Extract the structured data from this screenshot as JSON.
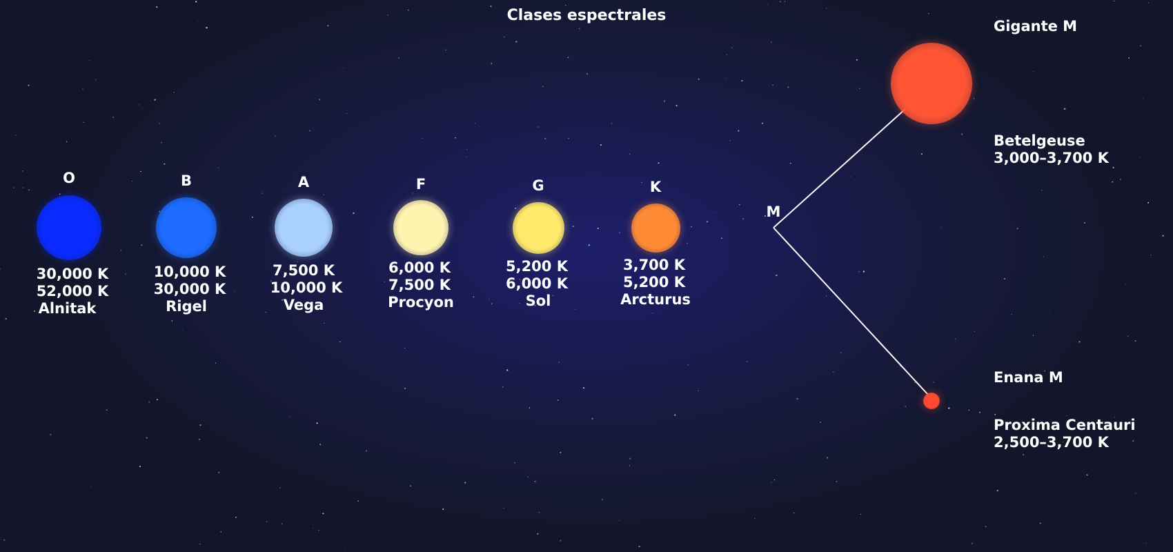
{
  "title": "Clases espectrales",
  "classes": [
    {
      "letter": "O",
      "temp_low": "30,000 K",
      "temp_high": "52,000 K",
      "example": "Alnitak",
      "color": "#0a2bff"
    },
    {
      "letter": "B",
      "temp_low": "10,000 K",
      "temp_high": "30,000 K",
      "example": "Rigel",
      "color": "#1d6bff"
    },
    {
      "letter": "A",
      "temp_low": "7,500 K",
      "temp_high": "10,000 K",
      "example": "Vega",
      "color": "#a9d0ff"
    },
    {
      "letter": "F",
      "temp_low": "6,000 K",
      "temp_high": "7,500 K",
      "example": "Procyon",
      "color": "#fff3b0"
    },
    {
      "letter": "G",
      "temp_low": "5,200 K",
      "temp_high": "6,000 K",
      "example": "Sol",
      "color": "#ffe96a"
    },
    {
      "letter": "K",
      "temp_low": "3,700 K",
      "temp_high": "5,200 K",
      "example": "Arcturus",
      "color": "#ff8a35"
    }
  ],
  "m_class": {
    "letter": "M",
    "giant": {
      "label": "Gigante M",
      "example": "Betelgeuse",
      "temp_range": "3,000–3,700 K",
      "color": "#ff5535"
    },
    "dwarf": {
      "label": "Enana M",
      "example": "Proxima Centauri",
      "temp_range": "2,500–3,700 K",
      "color": "#ff4a30"
    }
  },
  "line_color": "#ffffff"
}
